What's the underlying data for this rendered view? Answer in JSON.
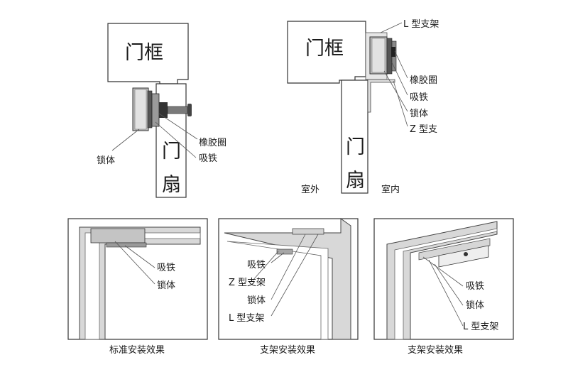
{
  "top_left": {
    "frame_label": "门框",
    "door_label_1": "门",
    "door_label_2": "扇",
    "labels": {
      "rubber_ring": "橡胶圈",
      "armature": "吸铁",
      "lock_body": "锁体"
    }
  },
  "top_right": {
    "frame_label": "门框",
    "door_label_1": "门",
    "door_label_2": "扇",
    "labels": {
      "l_bracket": "L 型支架",
      "rubber_ring": "橡胶圈",
      "armature": "吸铁",
      "lock_body": "锁体",
      "z_bracket": "Z 型支"
    },
    "outdoor": "室外",
    "indoor": "室内"
  },
  "bottom_left": {
    "labels": {
      "armature": "吸铁",
      "lock_body": "锁体"
    },
    "caption": "标准安装效果"
  },
  "bottom_mid": {
    "labels": {
      "armature": "吸铁",
      "z_bracket": "Z 型支架",
      "lock_body": "锁体",
      "l_bracket": "L 型支架"
    },
    "caption": "支架安装效果"
  },
  "bottom_right": {
    "labels": {
      "armature": "吸铁",
      "lock_body": "锁体",
      "l_bracket": "L 型支架"
    },
    "caption": "支架安装效果"
  }
}
